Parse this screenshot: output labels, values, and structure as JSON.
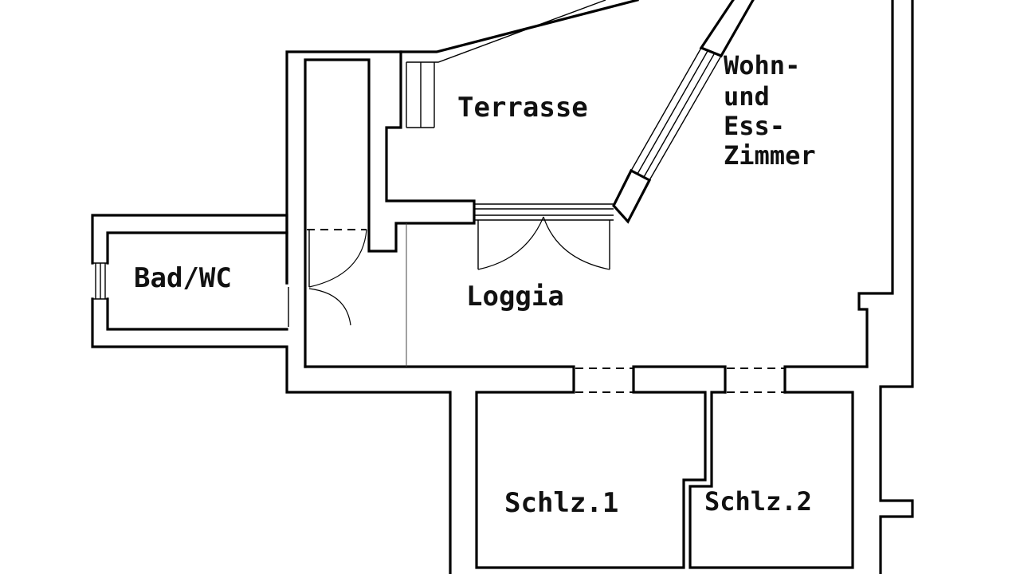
{
  "plan": {
    "rooms": [
      {
        "id": "terrasse",
        "label": "Terrasse"
      },
      {
        "id": "wohn",
        "label_lines": [
          "Wohn-",
          "und",
          "Ess-",
          "Zimmer"
        ]
      },
      {
        "id": "bad",
        "label": "Bad/WC"
      },
      {
        "id": "loggia",
        "label": "Loggia"
      },
      {
        "id": "schlz1",
        "label": "Schlz.1"
      },
      {
        "id": "schlz2",
        "label": "Schlz.2"
      }
    ],
    "colors": {
      "ink": "#000000",
      "paper": "#ffffff"
    }
  }
}
